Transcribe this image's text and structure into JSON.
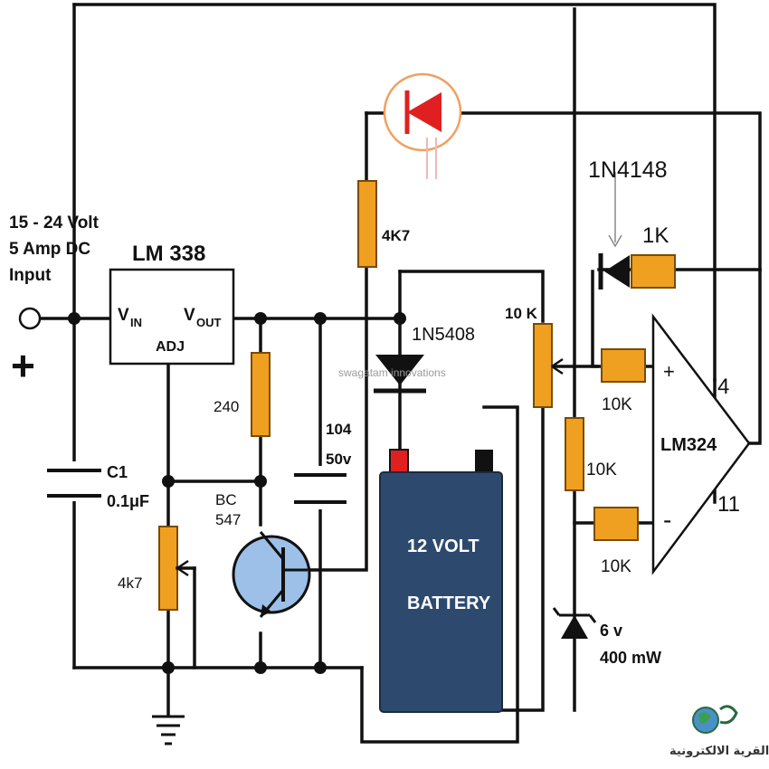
{
  "input": {
    "line1": "15 - 24 Volt",
    "line2": "5 Amp DC",
    "line3": "Input",
    "plus": "+"
  },
  "regulator": {
    "name": "LM 338",
    "vin": "V",
    "vin_sub": "IN",
    "vout": "V",
    "vout_sub": "OUT",
    "adj": "ADJ"
  },
  "components": {
    "r_240": "240",
    "c1_name": "C1",
    "c1_value": "0.1μF",
    "pot_4k7": "4k7",
    "transistor_line1": "BC",
    "transistor_line2": "547",
    "cap_104": "104",
    "cap_50v": "50v",
    "r_4k7": "4K7",
    "diode_1n5408": "1N5408",
    "diode_1n4148": "1N4148",
    "r_1k": "1K",
    "pot_10k": "10 K",
    "r_10k_plus": "10K",
    "r_10k_mid": "10K",
    "r_10k_minus": "10K",
    "zener_volts": "6 v",
    "zener_power": "400 mW"
  },
  "battery": {
    "line1": "12 VOLT",
    "line2": "BATTERY",
    "color": "#2d4a6e"
  },
  "opamp": {
    "name": "LM324",
    "plus": "+",
    "minus": "-",
    "pin4": "4",
    "pin11": "11"
  },
  "watermark": "swagatam innovations",
  "logo": {
    "text": "القرية الالكترونية"
  },
  "colors": {
    "resistor": "#f0a020",
    "led": "#e02020",
    "led_ring": "#f0a060",
    "transistor": "#9cc0e8",
    "battery_plus": "#e02020"
  }
}
